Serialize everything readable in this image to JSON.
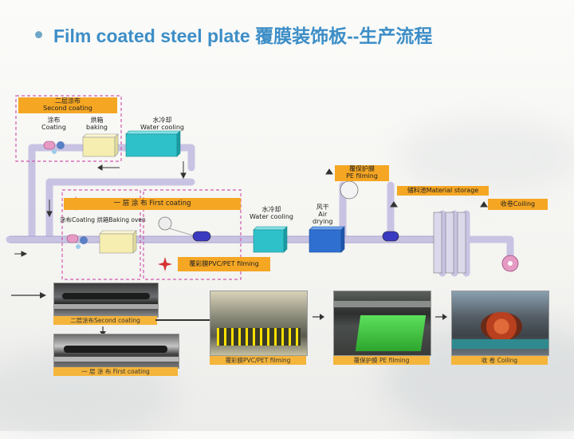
{
  "title": "Film coated steel plate 覆膜装饰板--生产流程",
  "labels": {
    "second_coating_cn": "二层涂布",
    "second_coating_en": "Second coating",
    "coating_cn": "涂布",
    "coating_en": "Coating",
    "baking_cn": "烘箱",
    "baking_en": "baking",
    "water_cooling_top_cn": "水冷却",
    "water_cooling_top_en": "Water cooling",
    "first_coating_bar": "一 层 涂 布 First   coating",
    "coating_baking_oven": "涂布Coating  烘箱Baking oven",
    "water_cooling_cn": "水冷却",
    "water_cooling_en": "Water cooling",
    "air_drying_cn": "风干",
    "air_drying_en1": "Air",
    "air_drying_en2": "drying",
    "pe_filming_cn": "覆保护膜",
    "pe_filming_en": "PE   filming",
    "material_storage": "储料池Material  storage",
    "coiling": "收卷Coiling",
    "pvc_pet_filming": "覆彩膜PVC/PET  filming"
  },
  "captions": {
    "second_coating": "二层涂布Second coating",
    "first_coating": "一 层 涂 布 First   coating",
    "pvc_pet": "覆彩膜PVC/PET filming",
    "pe_filming": "覆保护膜  PE filming",
    "coiling": "收 卷 Coiling"
  },
  "colors": {
    "title": "#3d8ec7",
    "orange": "#f5a623",
    "yellow_bar": "#f6d24a",
    "oven": "#f5eeb0",
    "water_cooler": "#2fc1c9",
    "air_dryer": "#2f6fd0",
    "roller": "#3a3ac0",
    "pipe": "#c9c3e3",
    "dashed": "#d05ab0"
  },
  "icons": [
    "red-star-icon",
    "red-star-icon",
    "arrow-right-icon",
    "arrow-down-icon"
  ]
}
